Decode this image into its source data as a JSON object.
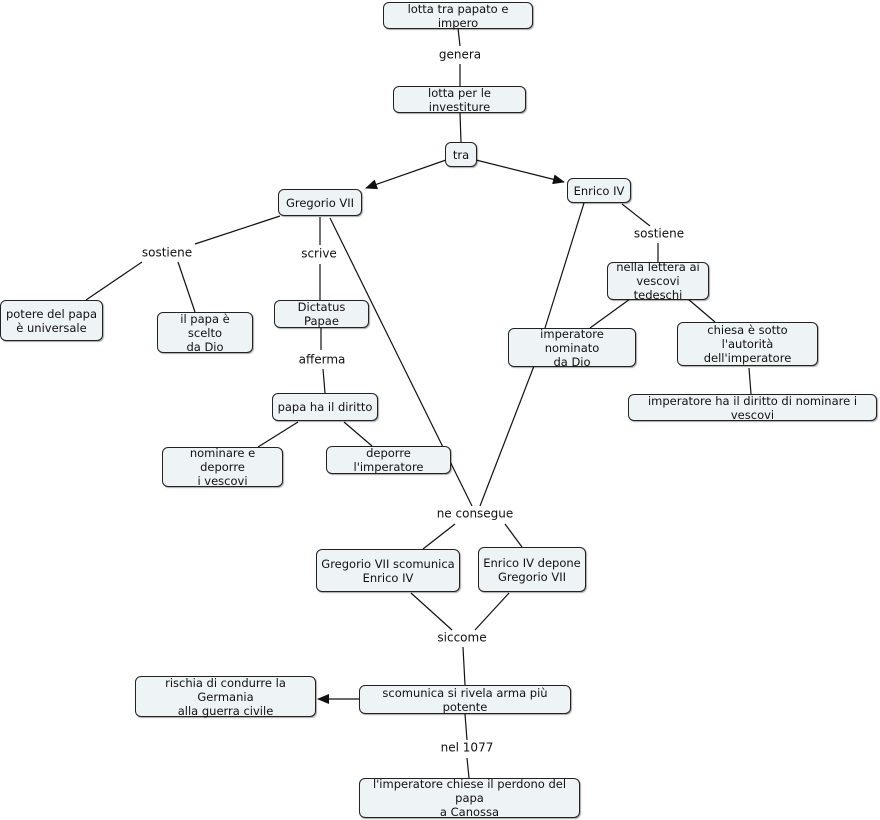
{
  "nodes": {
    "lotta_papato_impero": "lotta tra papato e impero",
    "lotta_investiture": "lotta per le investiture",
    "tra": "tra",
    "gregorio_vii": "Gregorio VII",
    "enrico_iv": "Enrico IV",
    "potere_papa": "potere del papa\nè universale",
    "papa_scelto_dio": "il papa è scelto\nda Dio",
    "dictatus_papae": "Dictatus Papae",
    "papa_diritto": "papa ha il diritto",
    "nominare_deporre": "nominare e deporre\ni vescovi",
    "deporre_imperatore": "deporre l'imperatore",
    "lettera_vescovi": "nella lettera ai\nvescovi tedeschi",
    "imperatore_nominato": "imperatore nominato\nda Dio",
    "chiesa_autorita": "chiesa è sotto l'autorità\ndell'imperatore",
    "imperatore_diritto": "imperatore ha il diritto di nominare i vescovi",
    "gregorio_scomunica": "Gregorio VII scomunica\nEnrico IV",
    "enrico_depone": "Enrico IV depone\nGregorio VII",
    "scomunica_arma": "scomunica si rivela arma più potente",
    "rischia_guerra": "rischia di condurre la Germania\nalla guerra civile",
    "perdono_canossa": "l'imperatore chiese il perdono del papa\na Canossa"
  },
  "links": {
    "genera": "genera",
    "sostiene_left": "sostiene",
    "scrive": "scrive",
    "sostiene_right": "sostiene",
    "afferma": "afferma",
    "ne_consegue": "ne consegue",
    "siccome": "siccome",
    "nel_1077": "nel 1077"
  },
  "colors": {
    "node_fill": "#eef3f5",
    "node_border": "#222222",
    "line": "#111111"
  }
}
